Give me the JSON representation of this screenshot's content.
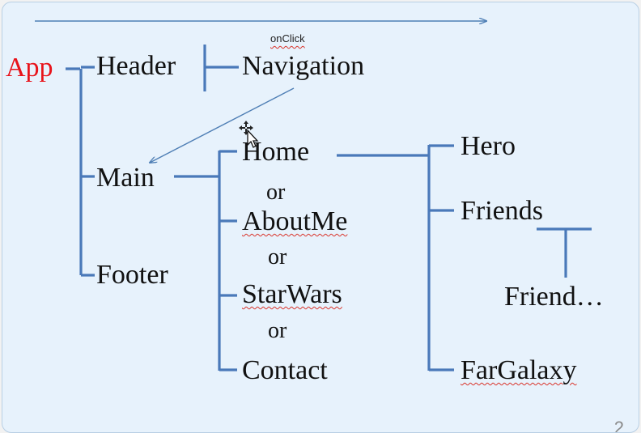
{
  "colors": {
    "connector": "#4a79b9",
    "arrow": "#4f7fb5",
    "root_text": "#e8131a",
    "slide_bg": "#e7f2fc"
  },
  "nodes": {
    "app": "App",
    "header": "Header",
    "navigation": "Navigation",
    "main": "Main",
    "footer": "Footer",
    "home": "Home",
    "about_me": "AboutMe",
    "star_wars": "StarWars",
    "contact": "Contact",
    "hero": "Hero",
    "friends": "Friends",
    "friend": "Friend…",
    "far_galaxy": "FarGalaxy"
  },
  "separators": [
    "or",
    "or",
    "or"
  ],
  "annotation": "onClick",
  "slide_number": "2",
  "cursor_icon": "move-cursor-icon"
}
